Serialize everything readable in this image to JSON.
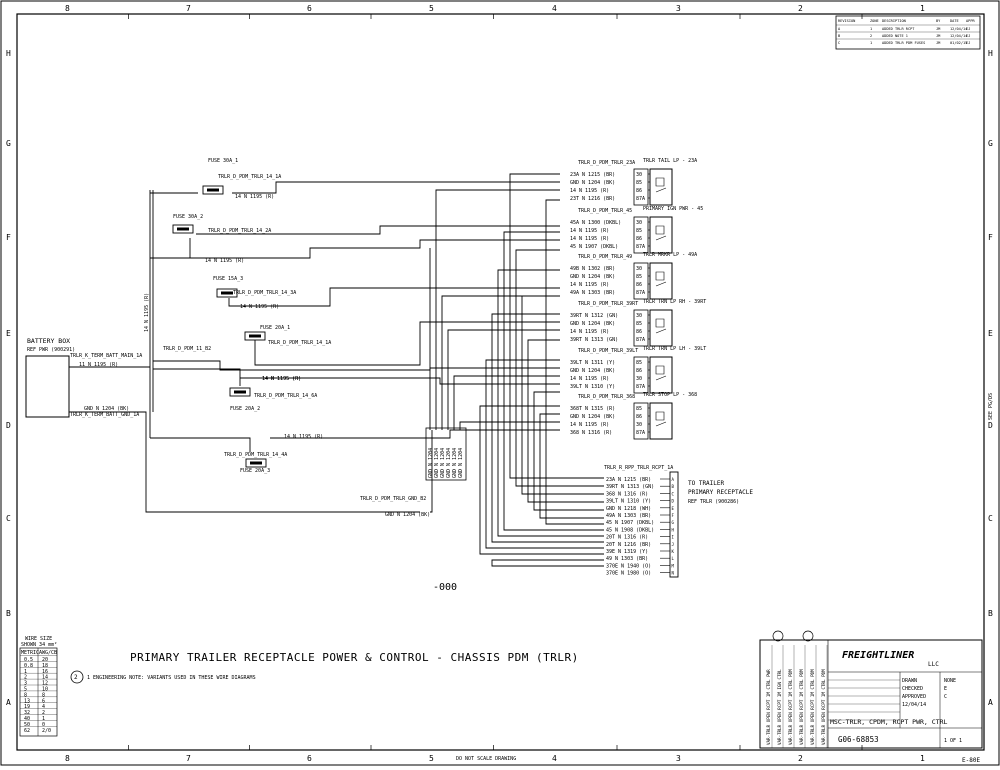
{
  "title": "PRIMARY TRAILER RECEPTACLE POWER & CONTROL - CHASSIS PDM (TRLR)",
  "drawing_number": "G06-68853",
  "drawing_title": "MSC-TRLR, CPDM, RCPT PWR, CTRL",
  "center_mark": "-000",
  "note_bubble": "2",
  "note_text": "1 ENGINEERING NOTE: VARIANTS USED IN THESE WIRE DIAGRAMS",
  "company": "FREIGHTLINER",
  "company_suffix": "LLC",
  "bottom_note": "DO NOT SCALE DRAWING",
  "sheet_code": "E-80E",
  "side_note": "SEE PG/DS",
  "zone_cols": [
    "8",
    "7",
    "6",
    "5",
    "4",
    "3",
    "2",
    "1"
  ],
  "zone_rows": [
    "H",
    "G",
    "F",
    "E",
    "D",
    "C",
    "B",
    "A"
  ],
  "wire_size_table": {
    "title": "WIRE SIZE",
    "subtitle": "SHOWN 34 mm²",
    "headers": [
      "METRIC",
      "AWG/CB"
    ],
    "rows": [
      [
        "0.5",
        "20"
      ],
      [
        "0.8",
        "18"
      ],
      [
        "1",
        "16"
      ],
      [
        "2",
        "14"
      ],
      [
        "3",
        "12"
      ],
      [
        "5",
        "10"
      ],
      [
        "8",
        "8"
      ],
      [
        "13",
        "6"
      ],
      [
        "19",
        "4"
      ],
      [
        "32",
        "2"
      ],
      [
        "40",
        "1"
      ],
      [
        "50",
        "0"
      ],
      [
        "62",
        "2/0"
      ]
    ]
  },
  "battery_box": {
    "label": "BATTERY BOX",
    "ref": "REF PWR (900291)"
  },
  "connectors": {
    "batt_main": "TRLR_K_TERM_BATT_MAIN_1A",
    "batt_gnd": "TRLR_K_TERM_BATT_GND_1A",
    "pdm_11_b2": "TRLR_D_PDM_11_B2",
    "trailer_rcpt": "TRLR_R_RPP_TRLR_RCPT_1A",
    "pdm_trlr_gnd": "TRLR_D_PDM_TRLR_GND_B2"
  },
  "wire_labels": {
    "batt_pwr": "11 N 1195 (R)",
    "batt_gnd": "GND N 1204 (BK)",
    "gnd_bus": "GND N 1204 (BK)",
    "pdm_bus": "14 N 1195 (R)",
    "f3": "14 N 1195 (R)",
    "f4": "14 N 1195 (R)",
    "f2b": "14 N 1195 (R)"
  },
  "fuses": [
    {
      "name": "FUSE 30A_1",
      "conn": "TRLR_D_PDM_TRLR_14_1A",
      "wire": "14 N 1195 (R)"
    },
    {
      "name": "FUSE 30A_2",
      "conn": "TRLR_D_PDM_TRLR_14_2A",
      "wire": "14 N 1195 (R)"
    },
    {
      "name": "FUSE 15A_3",
      "conn": "TRLR_D_PDM_TRLR_14_3A",
      "wire": "14 N 1195 (R)"
    },
    {
      "name": "FUSE 20A_1",
      "conn": "TRLR_D_PDM_TRLR_14_1A",
      "wire": "14 N 1195 (R)"
    },
    {
      "name": "FUSE 20A_2",
      "conn": "TRLR_D_PDM_TRLR_14_6A",
      "wire": "14 N 1195 (R)"
    },
    {
      "name": "FUSE 20A_3",
      "conn": "TRLR_D_PDM_TRLR_14_4A",
      "wire": "14 N 1195 (R)"
    }
  ],
  "relays": [
    {
      "name": "TRLR TAIL LP - 23A",
      "conn": "TRLR_D_PDM_TRLR_23A",
      "wires": [
        "23A N 1215 (BR)",
        "GND N 1204 (BK)",
        "14 N 1195 (R)",
        "23T N 1216 (BR)"
      ],
      "pins": [
        "30",
        "85",
        "86",
        "87A"
      ]
    },
    {
      "name": "PRIMARY IGN PWR - 45",
      "conn": "TRLR_D_PDM_TRLR_45",
      "wires": [
        "45A N 1300 (DKBL)",
        "14 N 1195 (R)",
        "14 N 1195 (R)",
        "45 N 1907 (DKBL)"
      ],
      "pins": [
        "30",
        "85",
        "86",
        "87A"
      ]
    },
    {
      "name": "TRLR MRKR LP - 49A",
      "conn": "TRLR_D_PDM_TRLR_49",
      "wires": [
        "49B N 1302 (BR)",
        "GND N 1204 (BK)",
        "14 N 1195 (R)",
        "49A N 1303 (BR)"
      ],
      "pins": [
        "30",
        "85",
        "86",
        "87A"
      ]
    },
    {
      "name": "TRLR TRN LP RH - 39RT",
      "conn": "TRLR_D_PDM_TRLR_39RT",
      "wires": [
        "39RT N 1312 (GN)",
        "GND N 1204 (BK)",
        "14 N 1195 (R)",
        "39RT N 1313 (GN)"
      ],
      "pins": [
        "30",
        "85",
        "86",
        "87A"
      ]
    },
    {
      "name": "TRLR TRN LP LH - 39LT",
      "conn": "TRLR_D_PDM_TRLR_39LT",
      "wires": [
        "39LT N 1311 (Y)",
        "GND N 1204 (BK)",
        "14 N 1195 (R)",
        "39LT N 1310 (Y)"
      ],
      "pins": [
        "85",
        "86",
        "30",
        "87A"
      ]
    },
    {
      "name": "TRLR STOP LP - 368",
      "conn": "TRLR_D_PDM_TRLR_368",
      "wires": [
        "368T N 1315 (R)",
        "GND N 1204 (BK)",
        "14 N 1195 (R)",
        "368 N 1316 (R)"
      ],
      "pins": [
        "85",
        "86",
        "30",
        "87A"
      ]
    }
  ],
  "gnd_block_labels": [
    "GND N 1204",
    "GND N 1204",
    "GND N 1204",
    "GND N 1204",
    "GND N 1204",
    "GND N 1204"
  ],
  "trailer_receptacle": {
    "label": "TO TRAILER",
    "label2": "PRIMARY RECEPTACLE",
    "ref": "REF TRLR (900286)",
    "pins": [
      "23A N 1215 (BR)",
      "39RT N 1313 (GN)",
      "368 N 1316 (R)",
      "39LT N 1310 (Y)",
      "GND N 1218 (WH)",
      "49A N 1303 (BR)",
      "45 N 1907 (DKBL)",
      "45 N 1908 (DKBL)",
      "20T N 1316 (R)",
      "20T N 1216 (BR)",
      "39E N 1319 (Y)",
      "49 N 1303 (BR)",
      "370E N 1940 (O)",
      "370E N 1980 (O)"
    ]
  },
  "revision_block": {
    "headers": [
      "REVISION",
      "ZONE",
      "DESCRIPTION",
      "BY",
      "DATE",
      "APPR"
    ],
    "rows": [
      [
        "A",
        "1",
        "ADDED TRLR RCPT",
        "JM",
        "12/04/14",
        "EJ"
      ],
      [
        "B",
        "2",
        "ADDED NOTE 1",
        "JM",
        "12/04/14",
        "EJ"
      ],
      [
        "C",
        "1",
        "ADDED TRLR PDM FUSES",
        "JM",
        "01/02/15",
        "EJ"
      ]
    ]
  },
  "variant_tags": [
    "VAR-TRLR OPEN RCPT 1M CTRL PWR",
    "VAR-TRLR OPEN RCPT 1M IGN CTRL",
    "VAR-TRLR OPEN RCPT 1M CTRL PDM",
    "VAR-TRLR OPEN RCPT 1M CTRL PDM",
    "VAR-TRLR OPEN RCPT 1M CTRL PDM",
    "VAR-TRLR OPEN RCPT 1M CTRL PDM"
  ],
  "title_block": {
    "drawn": "DRAWN",
    "checked": "CHECKED",
    "approved": "APPROVED",
    "date": "12/04/14",
    "scale": "NONE",
    "sheet": "1 OF 1",
    "rev": "C",
    "size": "E"
  }
}
